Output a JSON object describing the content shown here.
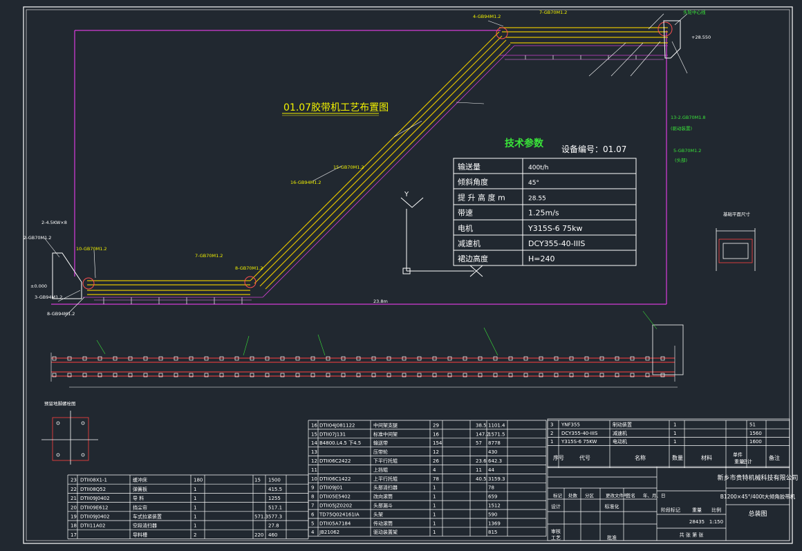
{
  "drawing": {
    "title": "01.07胶带机工艺布置图",
    "tech_heading": "技术参数",
    "equipment_no": "设备编号：01.07",
    "view_y_label": "Y",
    "params": [
      {
        "label": "输送量",
        "value": "400t/h"
      },
      {
        "label": "倾斜角度",
        "value": "45°"
      },
      {
        "label": "提 升 高 度 m",
        "value": "28.55"
      },
      {
        "label": "带速",
        "value": "1.25m/s"
      },
      {
        "label": "电机",
        "value": "Y315S-6 75kw"
      },
      {
        "label": "减速机",
        "value": "DCY355-40-IIIS"
      },
      {
        "label": "裙边高度",
        "value": "H=240"
      }
    ]
  },
  "callouts": [
    {
      "text": "7-GB70M1.2"
    },
    {
      "text": "4-GB94M1.2"
    },
    {
      "text": "7-GB70M1.2"
    },
    {
      "text": "8-GB70M1.2"
    },
    {
      "text": "10-GB70M1.2"
    },
    {
      "text": "3-GB94M1.2"
    },
    {
      "text": "2-GB70M1.2"
    },
    {
      "text": "2-4.5KW×8"
    },
    {
      "text": "13-2.GB70M1.8"
    },
    {
      "text": "(驱动装置)"
    },
    {
      "text": "5-GB70M1.2"
    },
    {
      "text": "(头部)"
    },
    {
      "text": "16-GB94M1.2"
    },
    {
      "text": "15-GB70M1.2"
    },
    {
      "text": "8-GB94M1.2"
    },
    {
      "text": "头轮中心线"
    },
    {
      "text": "+28.550"
    },
    {
      "text": "±0.000"
    },
    {
      "text": "23.8m"
    },
    {
      "text": "基础平面尺寸"
    },
    {
      "text": "预留地脚螺栓图"
    }
  ],
  "parts_right": [
    {
      "no": "16",
      "code": "DTII04J081122",
      "name": "中间架支腿",
      "qty": "29",
      "w1": "38.5",
      "w2": "1101.4"
    },
    {
      "no": "15",
      "code": "DTII07J131",
      "name": "标准中间架",
      "qty": "16",
      "w1": "147.2",
      "w2": "1571.5"
    },
    {
      "no": "14",
      "code": "B4800.L4.5 下4.5",
      "name": "输送带",
      "qty": "154",
      "w1": "57",
      "w2": "8778"
    },
    {
      "no": "13",
      "code": "",
      "name": "压带轮",
      "qty": "12",
      "w1": "",
      "w2": "430"
    },
    {
      "no": "12",
      "code": "DTII06C2422",
      "name": "下平行托辊",
      "qty": "26",
      "w1": "23.6",
      "w2": "642.3"
    },
    {
      "no": "11",
      "code": "",
      "name": "上挡辊",
      "qty": "4",
      "w1": "11",
      "w2": "44"
    },
    {
      "no": "10",
      "code": "DTII06C1422",
      "name": "上平行托辊",
      "qty": "78",
      "w1": "40.5",
      "w2": "3159.3"
    },
    {
      "no": "9",
      "code": "DTII09J01",
      "name": "头部清扫器",
      "qty": "1",
      "w1": "",
      "w2": "78"
    },
    {
      "no": "8",
      "code": "DTII05E5402",
      "name": "改向滚筒",
      "qty": "1",
      "w1": "",
      "w2": "659"
    },
    {
      "no": "7",
      "code": "DTII05JZ0202",
      "name": "头部漏斗",
      "qty": "1",
      "w1": "",
      "w2": "1512"
    },
    {
      "no": "6",
      "code": "TD75Q024161IA",
      "name": "头架",
      "qty": "1",
      "w1": "",
      "w2": "590"
    },
    {
      "no": "5",
      "code": "DTII05A7184",
      "name": "传动滚筒",
      "qty": "1",
      "w1": "",
      "w2": "1369"
    },
    {
      "no": "4",
      "code": "JB21062",
      "name": "驱动装置架",
      "qty": "1",
      "w1": "",
      "w2": "815"
    }
  ],
  "parts_top_right": [
    {
      "no": "3",
      "code": "YNF355",
      "name": "制动装置",
      "qty": "1",
      "w": "51"
    },
    {
      "no": "2",
      "code": "DCY355-40-IIIS",
      "name": "减速机",
      "qty": "1",
      "w": "1560"
    },
    {
      "no": "1",
      "code": "Y315S-6 75KW",
      "name": "电动机",
      "qty": "1",
      "w": "1600"
    }
  ],
  "parts_left": [
    {
      "no": "23",
      "code": "DTII08X1-1",
      "name": "缓冲床",
      "qty": "180",
      "w1": "15",
      "w2": "1500"
    },
    {
      "no": "22",
      "code": "DTII08Q52",
      "name": "弹簧板",
      "qty": "1",
      "w1": "",
      "w2": "415.5"
    },
    {
      "no": "21",
      "code": "DTII09J0402",
      "name": "导 料",
      "qty": "1",
      "w1": "",
      "w2": "1255"
    },
    {
      "no": "20",
      "code": "DTII09E612",
      "name": "挡尘帘",
      "qty": "1",
      "w1": "",
      "w2": "517.1"
    },
    {
      "no": "19",
      "code": "DTII09J0402",
      "name": "车式拉紧装置",
      "qty": "1",
      "w1": "571.3",
      "w2": "577.3"
    },
    {
      "no": "18",
      "code": "DTII11A02",
      "name": "空段清扫器",
      "qty": "1",
      "w1": "",
      "w2": "27.8"
    },
    {
      "no": "17",
      "code": "",
      "name": "导料槽",
      "qty": "2",
      "w1": "220",
      "w2": "460"
    }
  ],
  "table_headers": {
    "seq": "序号",
    "code": "代号",
    "name": "名称",
    "qty": "数量",
    "material": "材料",
    "single": "单件",
    "total": "总计",
    "weight": "重量",
    "remark": "备注"
  },
  "title_block": {
    "company": "新乡市贵特机械科技有限公司",
    "product": "B1200×45°/400t大倾角胶带机",
    "drawing_name": "总装图",
    "scale_label": "比例",
    "scale": "1:150",
    "weight_label": "重量",
    "weight": "28435",
    "marks_label": "阶段标记",
    "sign_rows": [
      "标记",
      "处数",
      "分区",
      "更改文件号",
      "签名",
      "年、月、日"
    ],
    "designer": "设计",
    "standard": "标准化",
    "checker": "审核",
    "process": "工艺",
    "approve": "批准",
    "sheet": "共 张 第 张"
  }
}
